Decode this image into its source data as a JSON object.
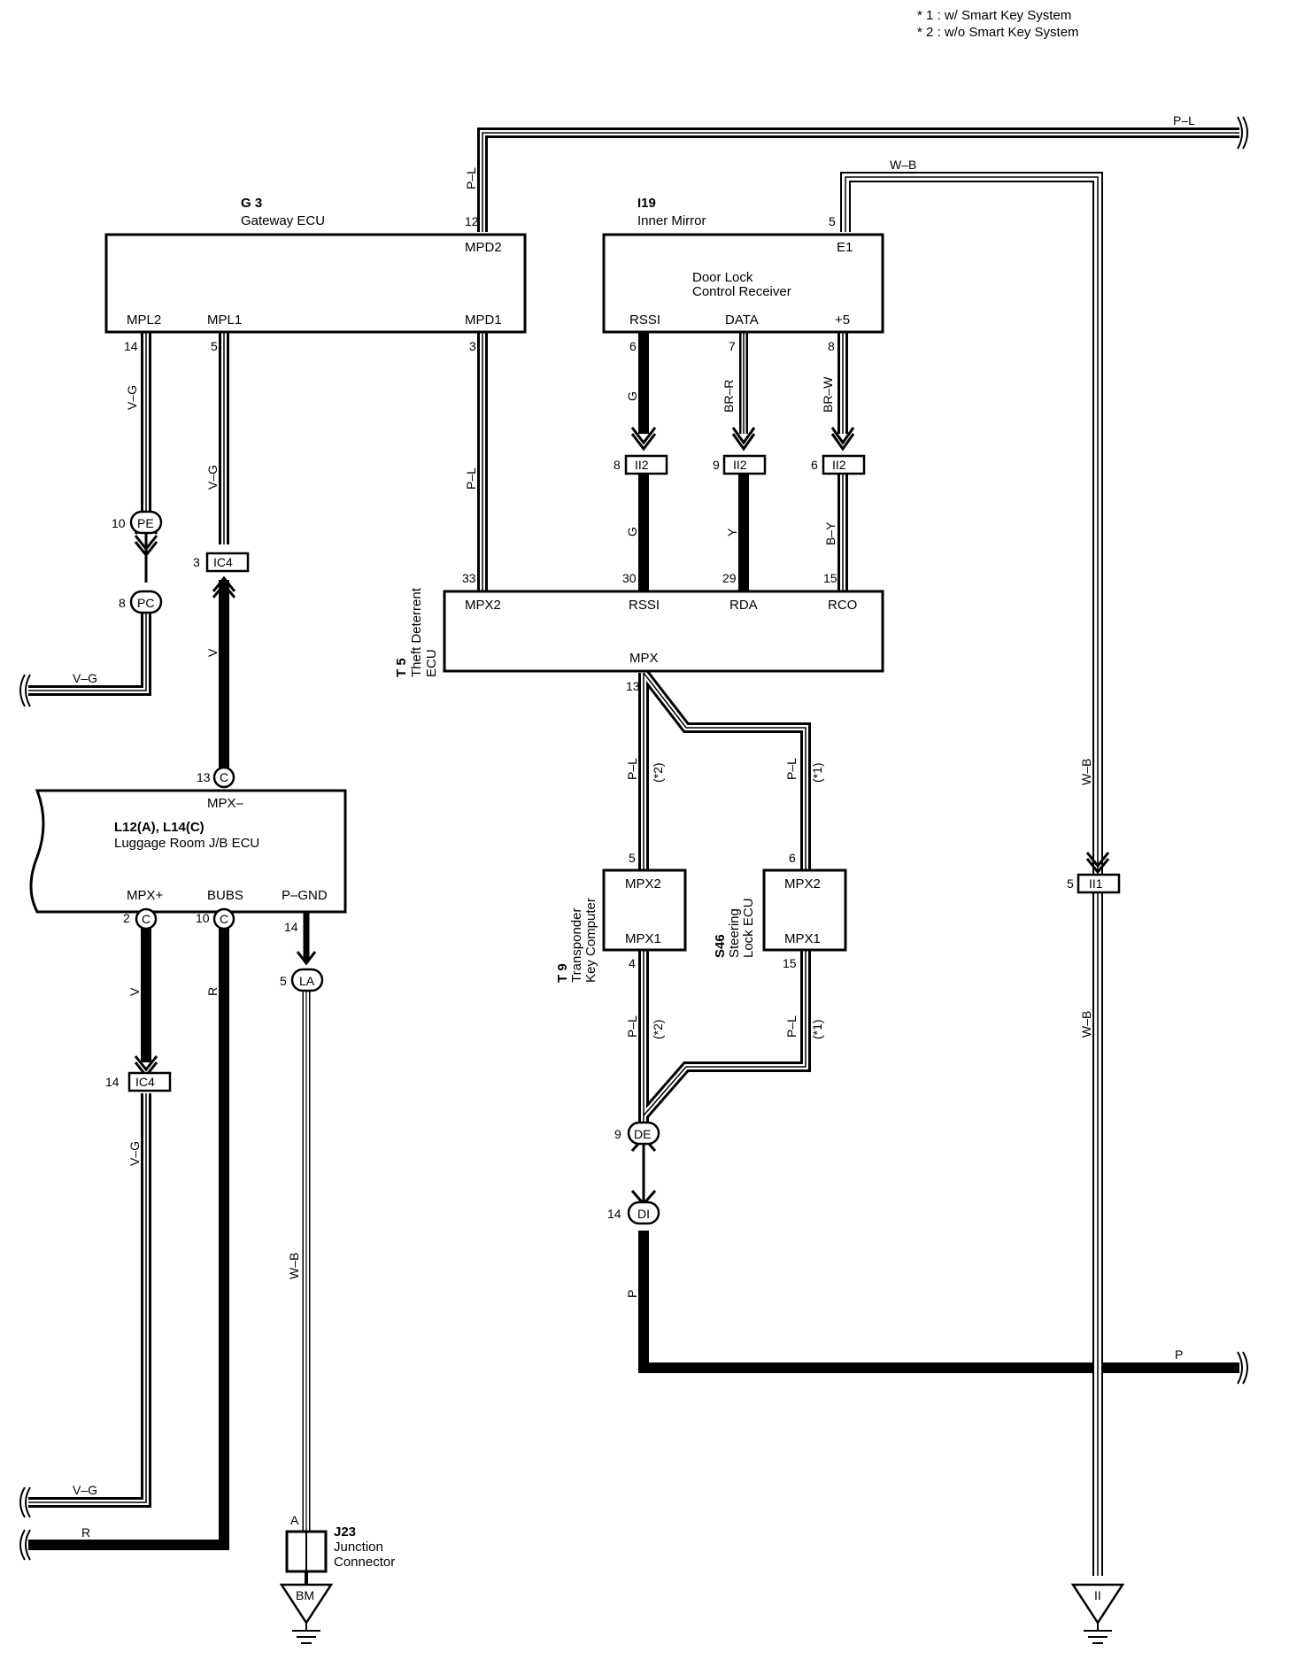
{
  "legend": {
    "note1": "* 1 : w/ Smart Key System",
    "note2": "* 2 : w/o Smart Key System"
  },
  "components": {
    "gateway": {
      "code": "G 3",
      "name": "Gateway ECU",
      "pins": {
        "mpd2": "MPD2",
        "mpl2": "MPL2",
        "mpl1": "MPL1",
        "mpd1": "MPD1"
      },
      "pin_numbers": {
        "mpd2": "12",
        "mpl2": "14",
        "mpl1": "5",
        "mpd1": "3"
      }
    },
    "inner_mirror": {
      "code": "I19",
      "name": "Inner Mirror",
      "line1": "Door Lock",
      "line2": "Control Receiver",
      "pins": {
        "e1": "E1",
        "rssi": "RSSI",
        "data": "DATA",
        "plus5": "+5"
      },
      "pin_numbers": {
        "e1": "5",
        "rssi": "6",
        "data": "7",
        "plus5": "8"
      }
    },
    "theft": {
      "code": "T 5",
      "name1": "Theft Deterrent",
      "name2": "ECU",
      "pins": {
        "mpx2": "MPX2",
        "rssi": "RSSI",
        "rda": "RDA",
        "rco": "RCO",
        "mpx": "MPX"
      },
      "pin_numbers": {
        "mpx2": "33",
        "rssi": "30",
        "rda": "29",
        "rco": "15",
        "mpx": "13"
      }
    },
    "luggage": {
      "code": "L12(A), L14(C)",
      "name": "Luggage Room J/B ECU",
      "pins": {
        "mpxm": "MPX–",
        "mpxp": "MPX+",
        "bubs": "BUBS",
        "pgnd": "P–GND"
      },
      "pin_numbers": {
        "mpxm": "13",
        "mpxp": "2",
        "bubs": "10",
        "pgnd": "14"
      }
    },
    "transponder": {
      "code": "T 9",
      "name1": "Transponder",
      "name2": "Key Computer",
      "pins": {
        "mpx2": "MPX2",
        "mpx1": "MPX1"
      },
      "pin_numbers": {
        "mpx2": "5",
        "mpx1": "4"
      }
    },
    "steering": {
      "code": "S46",
      "name1": "Steering",
      "name2": "Lock ECU",
      "pins": {
        "mpx2": "MPX2",
        "mpx1": "MPX1"
      },
      "pin_numbers": {
        "mpx2": "6",
        "mpx1": "15"
      }
    },
    "junction": {
      "code": "J23",
      "name1": "Junction",
      "name2": "Connector",
      "pin": "A"
    }
  },
  "connectors": {
    "pe": {
      "code": "PE",
      "pin": "10"
    },
    "pc": {
      "code": "PC",
      "pin": "8"
    },
    "ic4_top": {
      "code": "IC4",
      "pin": "3"
    },
    "ic4_bottom": {
      "code": "IC4",
      "pin": "14"
    },
    "ii2_a": {
      "code": "II2",
      "pin": "8"
    },
    "ii2_b": {
      "code": "II2",
      "pin": "9"
    },
    "ii2_c": {
      "code": "II2",
      "pin": "6"
    },
    "ii1": {
      "code": "II1",
      "pin": "5"
    },
    "la": {
      "code": "LA",
      "pin": "5"
    },
    "de": {
      "code": "DE",
      "pin": "9"
    },
    "di": {
      "code": "DI",
      "pin": "14"
    },
    "c_mpxm": "C",
    "c_mpxp": "C",
    "c_bubs": "C"
  },
  "grounds": {
    "bm": "BM",
    "ii": "II"
  },
  "wires": {
    "pl": "P–L",
    "wb": "W–B",
    "vg": "V–G",
    "v": "V",
    "r": "R",
    "g": "G",
    "brr": "BR–R",
    "brw": "BR–W",
    "y": "Y",
    "by": "B–Y",
    "p": "P",
    "note2": "(*2)",
    "note1": "(*1)"
  }
}
